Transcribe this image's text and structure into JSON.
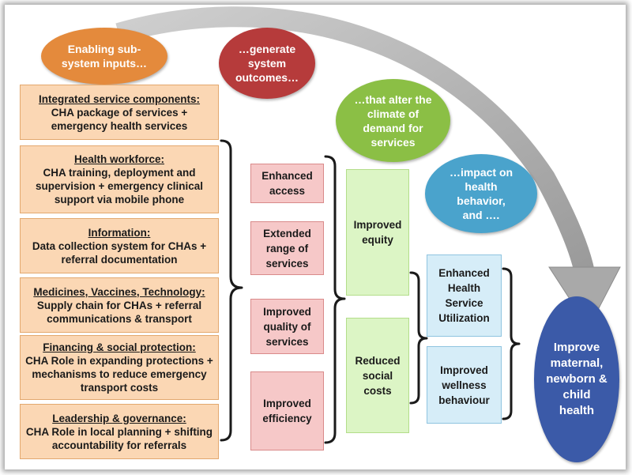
{
  "stages": [
    {
      "label": "Enabling sub-system inputs…",
      "color": "#e48a3c"
    },
    {
      "label": "…generate system outcomes…",
      "color": "#b63b3b"
    },
    {
      "label": "…that alter the climate of demand for services",
      "color": "#8bbf45"
    },
    {
      "label": "…impact on health behavior, and ….",
      "color": "#4aa3cc"
    },
    {
      "label": "Improve maternal, newborn & child health",
      "color": "#3b5aa8"
    }
  ],
  "inputs": [
    {
      "title": "Integrated service components:",
      "body": "CHA package of services + emergency health services"
    },
    {
      "title": "Health workforce:",
      "body": "CHA training, deployment and supervision + emergency clinical support via mobile phone"
    },
    {
      "title": "Information:",
      "body": "Data collection system for CHAs + referral documentation"
    },
    {
      "title": "Medicines, Vaccines, Technology:",
      "body": "Supply chain for CHAs + referral communications & transport"
    },
    {
      "title": "Financing & social protection:",
      "body": "CHA Role in expanding protections + mechanisms to reduce emergency transport costs"
    },
    {
      "title": "Leadership & governance:",
      "body": "CHA Role in local planning + shifting accountability for referrals"
    }
  ],
  "outcomes": [
    "Enhanced access",
    "Extended range of services",
    "Improved quality of services",
    "Improved efficiency"
  ],
  "demand": [
    "Improved equity",
    "Reduced social costs"
  ],
  "behavior": [
    "Enhanced Health Service Utilization",
    "Improved wellness behaviour"
  ]
}
